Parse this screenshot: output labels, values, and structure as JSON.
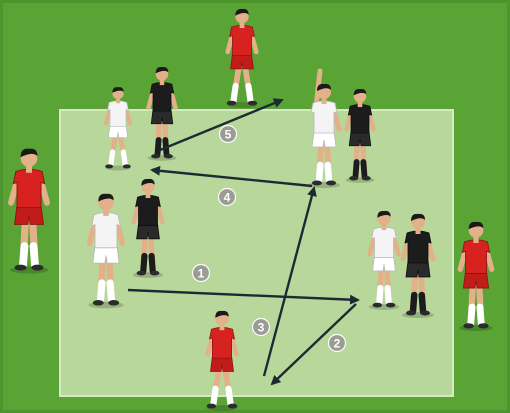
{
  "diagram": {
    "colors": {
      "field": "#5aa436",
      "field_edge": "#4f952e",
      "zone": "#b8d79a",
      "zone_edge": "#d6e9c3",
      "arrow": "#1e2a33",
      "badge_fill": "#9b9d95",
      "badge_text": "#ffffff",
      "team_white_shirt": "#f4f4f4",
      "team_white_shorts": "#ffffff",
      "team_black_shirt": "#1c1c1c",
      "team_black_shorts": "#2a2a2a",
      "team_red_shirt": "#d8221f",
      "team_red_shorts": "#c01c1a",
      "skin": "#e2b18a",
      "hair": "#1a1a1a",
      "socks_white": "#ffffff",
      "socks_black": "#1c1c1c",
      "shoes": "#2b2b2b"
    },
    "passes": [
      {
        "step": "1",
        "label": "1"
      },
      {
        "step": "2",
        "label": "2"
      },
      {
        "step": "3",
        "label": "3"
      },
      {
        "step": "4",
        "label": "4"
      },
      {
        "step": "5",
        "label": "5"
      }
    ],
    "players": [
      {
        "team": "white",
        "role": "attacker"
      },
      {
        "team": "white",
        "role": "attacker"
      },
      {
        "team": "white",
        "role": "attacker"
      },
      {
        "team": "white",
        "role": "attacker"
      },
      {
        "team": "black",
        "role": "defender"
      },
      {
        "team": "black",
        "role": "defender"
      },
      {
        "team": "black",
        "role": "defender"
      },
      {
        "team": "black",
        "role": "defender"
      },
      {
        "team": "red",
        "role": "neutral"
      },
      {
        "team": "red",
        "role": "neutral"
      },
      {
        "team": "red",
        "role": "neutral"
      },
      {
        "team": "red",
        "role": "neutral"
      }
    ]
  }
}
